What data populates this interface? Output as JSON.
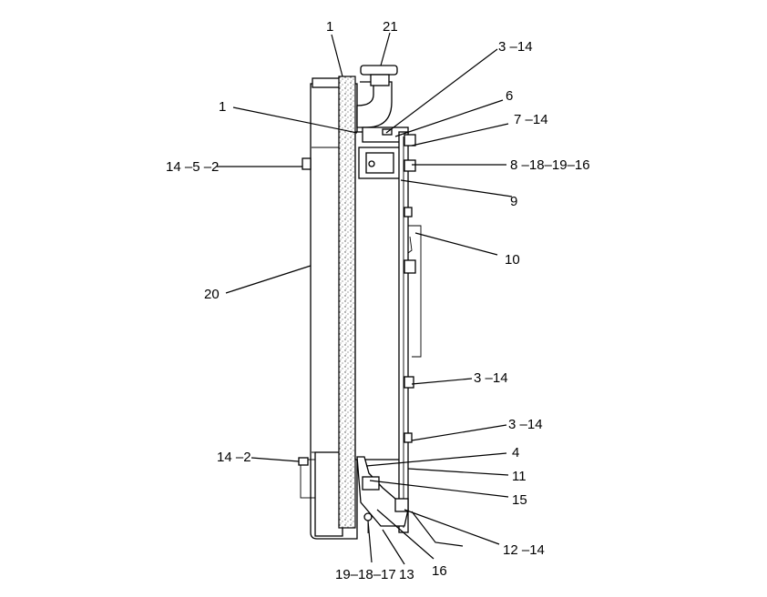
{
  "diagram": {
    "callouts": {
      "c1_top": "1",
      "c21": "21",
      "c3_14_top": "3 –14",
      "c1_mid": "1",
      "c6": "6",
      "c7_14": "7 –14",
      "c14_5_2": "14 –5 –2",
      "c8_18_19_16": "8 –18–19–16",
      "c9": "9",
      "c10": "10",
      "c20": "20",
      "c3_14_mid": "3 –14",
      "c3_14_low": "3 –14",
      "c14_2": "14 –2",
      "c4": "4",
      "c11": "11",
      "c15": "15",
      "c12_14": "12 –14",
      "c19_18_17": "19–18–17",
      "c13": "13",
      "c16": "16"
    }
  }
}
